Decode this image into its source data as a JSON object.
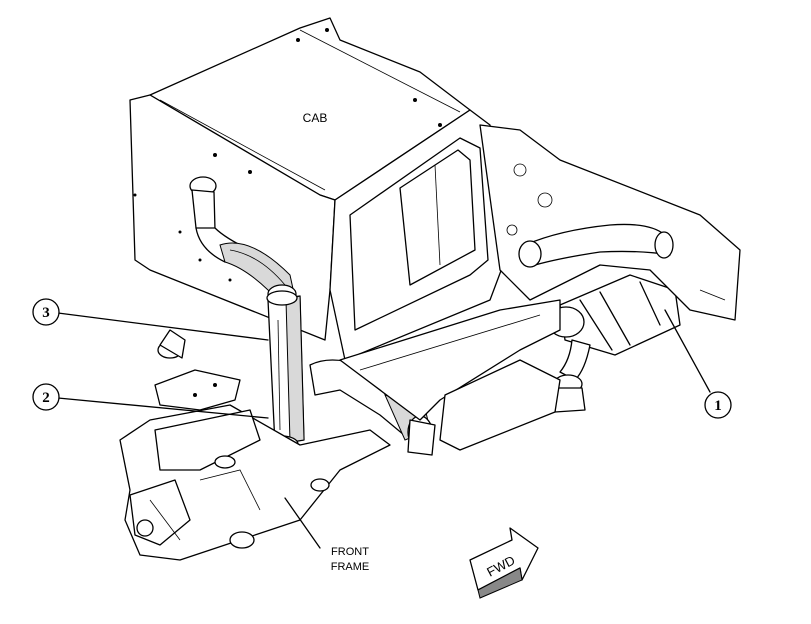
{
  "labels": {
    "cab": "CAB",
    "front_frame_line1": "FRONT",
    "front_frame_line2": "FRAME",
    "fwd": "FWD"
  },
  "callouts": [
    {
      "number": "1"
    },
    {
      "number": "2"
    },
    {
      "number": "3"
    }
  ]
}
